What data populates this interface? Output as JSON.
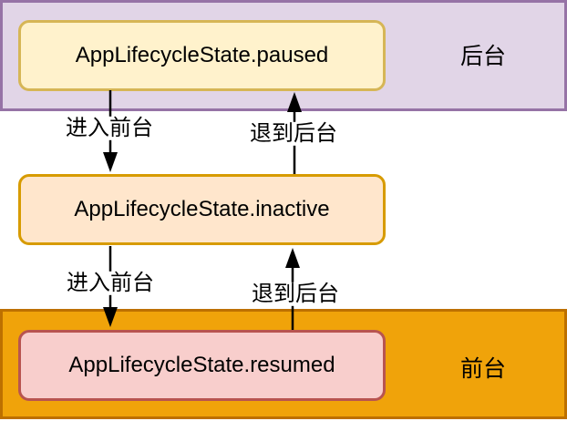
{
  "diagram": {
    "type": "state-transition-diagram",
    "arrow_color": "#000000",
    "zones": [
      {
        "id": "background-zone",
        "label": "后台",
        "fill": "#E1D5E7",
        "stroke": "#9673A6"
      },
      {
        "id": "foreground-zone",
        "label": "前台",
        "fill": "#F0A30A",
        "stroke": "#BD7000"
      }
    ],
    "states": [
      {
        "id": "paused",
        "label": "AppLifecycleState.paused",
        "fill": "#FFF2CC",
        "stroke": "#D6B656",
        "zone": "background-zone"
      },
      {
        "id": "inactive",
        "label": "AppLifecycleState.inactive",
        "fill": "#FFE6CC",
        "stroke": "#D79B00",
        "zone": "none"
      },
      {
        "id": "resumed",
        "label": "AppLifecycleState.resumed",
        "fill": "#F8CECC",
        "stroke": "#B85450",
        "zone": "foreground-zone"
      }
    ],
    "transitions": [
      {
        "from": "paused",
        "to": "inactive",
        "label": "进入前台",
        "direction": "down"
      },
      {
        "from": "inactive",
        "to": "paused",
        "label": "退到后台",
        "direction": "up"
      },
      {
        "from": "inactive",
        "to": "resumed",
        "label": "进入前台",
        "direction": "down"
      },
      {
        "from": "resumed",
        "to": "inactive",
        "label": "退到后台",
        "direction": "up"
      }
    ]
  }
}
